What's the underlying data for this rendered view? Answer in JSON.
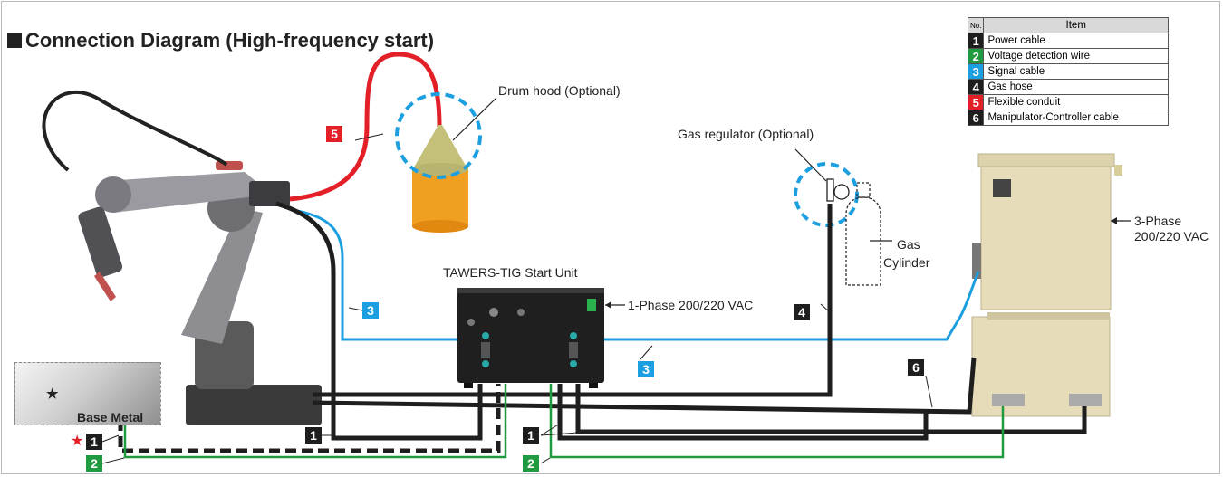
{
  "title": "Connection Diagram (High-frequency start)",
  "legend": {
    "col_no": "No.",
    "col_item": "Item",
    "rows": [
      {
        "no": "1",
        "item": "Power cable",
        "color": "#1e1e1e"
      },
      {
        "no": "2",
        "item": "Voltage detection wire",
        "color": "#1f9a3e"
      },
      {
        "no": "3",
        "item": "Signal cable",
        "color": "#1c9fe0"
      },
      {
        "no": "4",
        "item": "Gas hose",
        "color": "#1e1e1e"
      },
      {
        "no": "5",
        "item": "Flexible conduit",
        "color": "#e32028"
      },
      {
        "no": "6",
        "item": "Manipulator-Controller cable",
        "color": "#1e1e1e"
      }
    ]
  },
  "labels": {
    "drum_hood": "Drum hood (Optional)",
    "gas_regulator": "Gas regulator (Optional)",
    "gas_cylinder_1": "Gas",
    "gas_cylinder_2": "Cylinder",
    "start_unit": "TAWERS-TIG Start Unit",
    "single_phase": "1-Phase 200/220 VAC",
    "three_phase_1": "3-Phase",
    "three_phase_2": "200/220 VAC",
    "base_metal": "Base Metal",
    "star": "★"
  },
  "markers": {
    "n1": "1",
    "n2": "2",
    "n3": "3",
    "n4": "4",
    "n5": "5",
    "n6": "6"
  },
  "colors": {
    "power": "#1e1e1e",
    "voltage": "#1f9a3e",
    "signal": "#1c9fe0",
    "conduit": "#e32028",
    "optional_ring": "#1c9fe0",
    "controller": "#e6dcb9"
  }
}
